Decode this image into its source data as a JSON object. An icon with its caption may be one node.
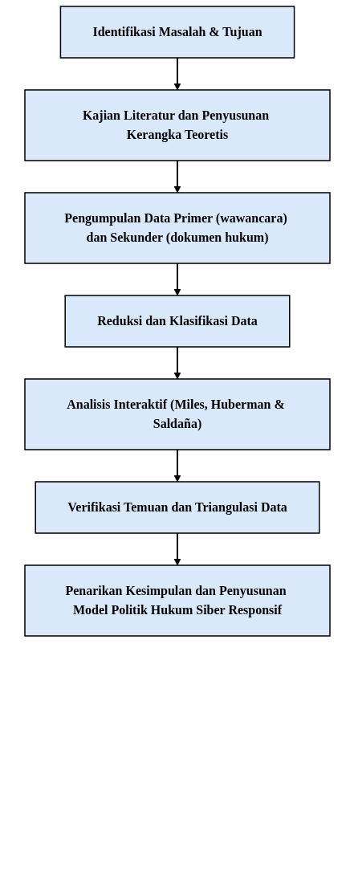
{
  "diagram": {
    "nodes": [
      {
        "text": [
          "Identifikasi Masalah & Tujuan"
        ]
      },
      {
        "text": [
          "Kajian Literatur dan Penyusunan Kerangka Teoretis"
        ]
      },
      {
        "text": [
          "Pengumpulan Data Primer (wawancara) dan Sekunder (dokumen hukum)"
        ]
      },
      {
        "text": [
          "Reduksi dan Klasifikasi Data"
        ]
      },
      {
        "text": [
          "Analisis Interaktif (Miles, Huberman & Saldaña)"
        ]
      },
      {
        "text": [
          "Verifikasi Temuan dan Triangulasi Data"
        ]
      },
      {
        "text": [
          "Penarikan Kesimpulan dan Penyusunan Model Politik Hukum Siber Responsif"
        ]
      }
    ],
    "edges": [
      {
        "from": 0,
        "to": 1,
        "arrow": "to"
      },
      {
        "from": 1,
        "to": 2,
        "arrow": "to"
      },
      {
        "from": 2,
        "to": 3,
        "arrow": "to"
      },
      {
        "from": 3,
        "to": 4,
        "arrow": "to"
      },
      {
        "from": 4,
        "to": 5,
        "arrow": "to"
      },
      {
        "from": 5,
        "to": 6,
        "arrow": "to"
      }
    ]
  }
}
